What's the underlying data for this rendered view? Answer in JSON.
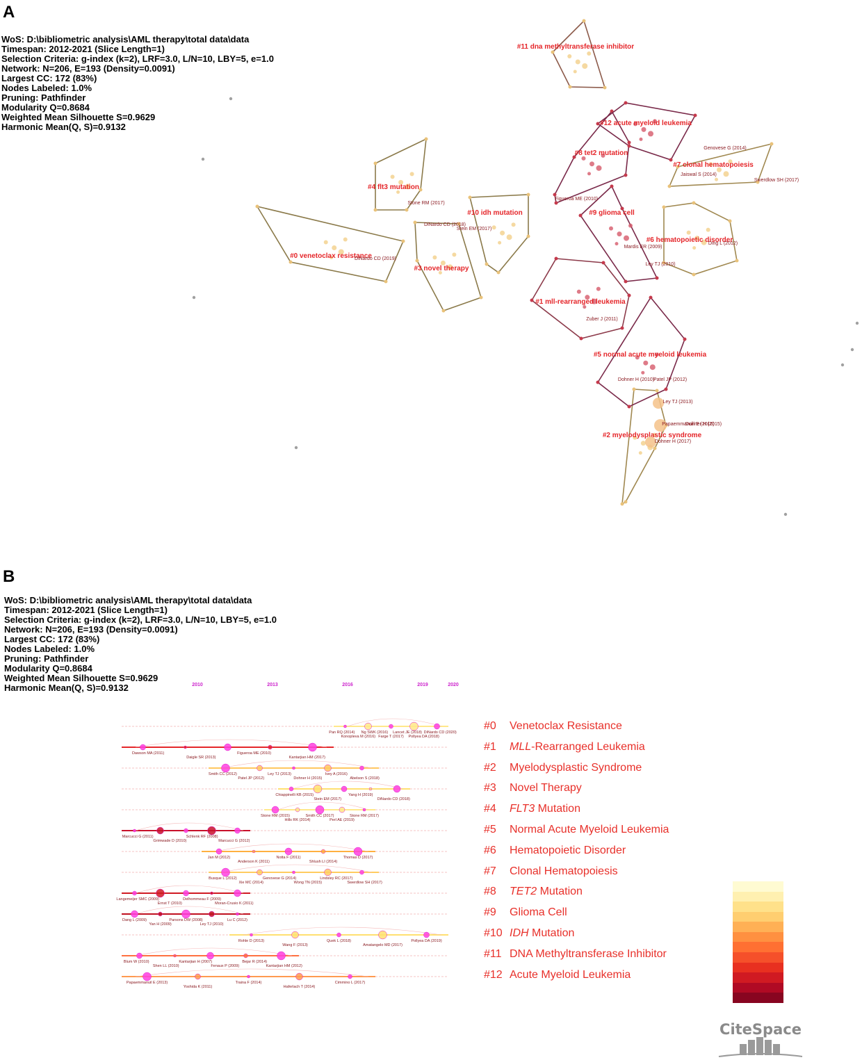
{
  "panel_a": {
    "letter": "A",
    "info": [
      "WoS: D:\\bibliometric analysis\\AML therapy\\total data\\data",
      "Timespan: 2012-2021 (Slice Length=1)",
      "Selection Criteria: g-index (k=2), LRF=3.0, L/N=10, LBY=5, e=1.0",
      "Network: N=206, E=193 (Density=0.0091)",
      "Largest CC: 172 (83%)",
      "Nodes Labeled: 1.0%",
      "Pruning: Pathfinder",
      "Modularity Q=0.8684",
      "Weighted Mean Silhouette S=0.9629",
      "Harmonic Mean(Q, S)=0.9132"
    ],
    "clusters": [
      {
        "label": "#0 venetoclax resistance",
        "color": "#8b7a4a"
      },
      {
        "label": "#1 mll-rearranged leukemia",
        "color": "#8c3a4a"
      },
      {
        "label": "#2 myelodysplastic syndrome",
        "color": "#a08850"
      },
      {
        "label": "#3 novel therapy",
        "color": "#8b7a4a"
      },
      {
        "label": "#4 flt3 mutation",
        "color": "#8b7a4a"
      },
      {
        "label": "#5 normal acute myeloid leukemia",
        "color": "#7a2a4a"
      },
      {
        "label": "#6 hematopoietic disorder",
        "color": "#a08850"
      },
      {
        "label": "#7 clonal hematopoiesis",
        "color": "#a08850"
      },
      {
        "label": "#8 tet2 mutation",
        "color": "#7a2a4a"
      },
      {
        "label": "#9 glioma cell",
        "color": "#7a2a4a"
      },
      {
        "label": "#10 idh mutation",
        "color": "#8b7a4a"
      },
      {
        "label": "#11 dna methyltransferase inhibitor",
        "color": "#8c5a4a"
      },
      {
        "label": "#12 acute myeloid leukemia",
        "color": "#7a2a4a"
      }
    ],
    "node_labels": [
      "Stone RM (2017)",
      "DiNardo CD (2018)",
      "Stein EM (2017)",
      "DiNardo CD (2019)",
      "Jaiswal S (2014)",
      "Swerdlow SH (2017)",
      "Genovese G (2014)",
      "Figueroa ME (2010)",
      "Mardis ER (2009)",
      "Ley TJ (2010)",
      "Ding L (2012)",
      "Zuber J (2011)",
      "Dohner H (2010)",
      "Patel JP (2012)",
      "Ley TJ (2013)",
      "Papaemmanuil E (2016)",
      "Dohner H (2015)",
      "Dohner H (2017)"
    ]
  },
  "panel_b": {
    "letter": "B",
    "info": [
      "WoS: D:\\bibliometric analysis\\AML therapy\\total data\\data",
      "Timespan: 2012-2021 (Slice Length=1)",
      "Selection Criteria: g-index (k=2), LRF=3.0, L/N=10, LBY=5, e=1.0",
      "Network: N=206, E=193 (Density=0.0091)",
      "Largest CC: 172 (83%)",
      "Nodes Labeled: 1.0%",
      "Pruning: Pathfinder",
      "Modularity Q=0.8684",
      "Weighted Mean Silhouette S=0.9629",
      "Harmonic Mean(Q, S)=0.9132"
    ],
    "years": [
      "2010",
      "2013",
      "2016",
      "2019",
      "2020"
    ],
    "legend": [
      {
        "num": "#0",
        "pre": "",
        "em": "",
        "post": "Venetoclax Resistance"
      },
      {
        "num": "#1",
        "pre": "",
        "em": "MLL",
        "post": "-Rearranged Leukemia"
      },
      {
        "num": "#2",
        "pre": "",
        "em": "",
        "post": "Myelodysplastic Syndrome"
      },
      {
        "num": "#3",
        "pre": "",
        "em": "",
        "post": "Novel Therapy"
      },
      {
        "num": "#4",
        "pre": "",
        "em": "FLT3",
        "post": " Mutation"
      },
      {
        "num": "#5",
        "pre": "",
        "em": "",
        "post": "Normal Acute Myeloid Leukemia"
      },
      {
        "num": "#6",
        "pre": "",
        "em": "",
        "post": "Hematopoietic Disorder"
      },
      {
        "num": "#7",
        "pre": "",
        "em": "",
        "post": "Clonal Hematopoiesis"
      },
      {
        "num": "#8",
        "pre": "",
        "em": "TET2",
        "post": " Mutation"
      },
      {
        "num": "#9",
        "pre": "",
        "em": "",
        "post": "Glioma Cell"
      },
      {
        "num": "#10",
        "pre": "",
        "em": "IDH",
        "post": " Mutation"
      },
      {
        "num": "#11",
        "pre": "",
        "em": "",
        "post": "DNA Methyltransferase Inhibitor"
      },
      {
        "num": "#12",
        "pre": "",
        "em": "",
        "post": "Acute Myeloid Leukemia"
      }
    ],
    "timeline_labels": [
      [
        "Pan RQ (2014)",
        "Konopleva M (2016)",
        "Ng SWK (2016)",
        "Farge T (2017)",
        "Lancet JE (2018)",
        "Pollyea DA (2018)",
        "DiNardo CD (2020)"
      ],
      [
        "Dawson MA (2011)",
        "Daigle SR (2013)",
        "Figueroa ME (2010)",
        "Kantarjian HM (2017)"
      ],
      [
        "Smith CC (2012)",
        "Patel JP (2012)",
        "Ley TJ (2013)",
        "Dohner H (2015)",
        "Ivey A (2016)",
        "Abelson S (2018)"
      ],
      [
        "Chiappinelli KB (2015)",
        "Stein EM (2017)",
        "Yang H (2019)",
        "DiNardo CD (2018)"
      ],
      [
        "Stone RM (2015)",
        "Hills RK (2014)",
        "Smith CC (2017)",
        "Perl AE (2019)",
        "Stone RM (2017)"
      ],
      [
        "Marcucci G (2011)",
        "Grimwade D (2010)",
        "Schlenk RF (2008)",
        "Marcucci G (2012)"
      ],
      [
        "Jan M (2012)",
        "Anderson K (2011)",
        "Notta F (2011)",
        "Shlush LI (2014)",
        "Thomas D (2017)"
      ],
      [
        "Busque L (2012)",
        "Xie MC (2014)",
        "Genovese G (2014)",
        "Wong TN (2015)",
        "Lindsley RC (2017)",
        "Swerdlow SH (2017)"
      ],
      [
        "Langemeijer SMC (2009)",
        "Ernst T (2010)",
        "Delhommeau F (2009)",
        "Moran-Crusio K (2011)"
      ],
      [
        "Dang L (2009)",
        "Yan H (2009)",
        "Parsons DW (2008)",
        "Ley TJ (2010)",
        "Lu C (2012)"
      ],
      [
        "Rohle D (2013)",
        "Wang F (2013)",
        "Quek L (2018)",
        "Amatangelo MD (2017)",
        "Pollyea DA (2019)"
      ],
      [
        "Blum W (2010)",
        "Shen LL (2010)",
        "Kantarjian H (2007)",
        "Fenaux P (2009)",
        "Bejar R (2014)",
        "Kantarjian HM (2012)"
      ],
      [
        "Papaemmanuil E (2013)",
        "Yoshida K (2011)",
        "Traina F (2014)",
        "Haferlach T (2014)",
        "Cimmino L (2017)"
      ]
    ],
    "colorbar": [
      "#fffbd2",
      "#fff0b0",
      "#ffe18a",
      "#ffce70",
      "#ffb055",
      "#ff9040",
      "#ff7032",
      "#f5502a",
      "#e83020",
      "#d01a22",
      "#b00a24",
      "#880520"
    ]
  },
  "logo": {
    "text": "CiteSpace"
  }
}
